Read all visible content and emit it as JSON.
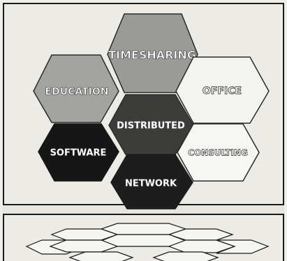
{
  "diagram": {
    "hexes": [
      {
        "id": "timesharing",
        "label": "TIMESHARING",
        "fill": "#9a9a98",
        "text_color": "#ffffff",
        "outline": true
      },
      {
        "id": "education",
        "label": "EDUCATION",
        "fill": "#a3a3a0",
        "text_color": "#ffffff",
        "outline": true
      },
      {
        "id": "office",
        "label": "OFFICE",
        "fill": "#f3f3f0",
        "text_color": "#ffffff",
        "outline": true
      },
      {
        "id": "distributed",
        "label": "DISTRIBUTED",
        "fill": "#3c3c3a",
        "text_color": "#ffffff",
        "outline": false
      },
      {
        "id": "software",
        "label": "SOFTWARE",
        "fill": "#161616",
        "text_color": "#ffffff",
        "outline": false
      },
      {
        "id": "consulting",
        "label": "CONSULTING",
        "fill": "#f6f6f3",
        "text_color": "#ffffff",
        "outline": true
      },
      {
        "id": "network",
        "label": "NETWORK",
        "fill": "#1d1d1d",
        "text_color": "#ffffff",
        "outline": false
      }
    ]
  },
  "colors": {
    "border": "#1a1a1a",
    "paper": "#ecebe6"
  }
}
